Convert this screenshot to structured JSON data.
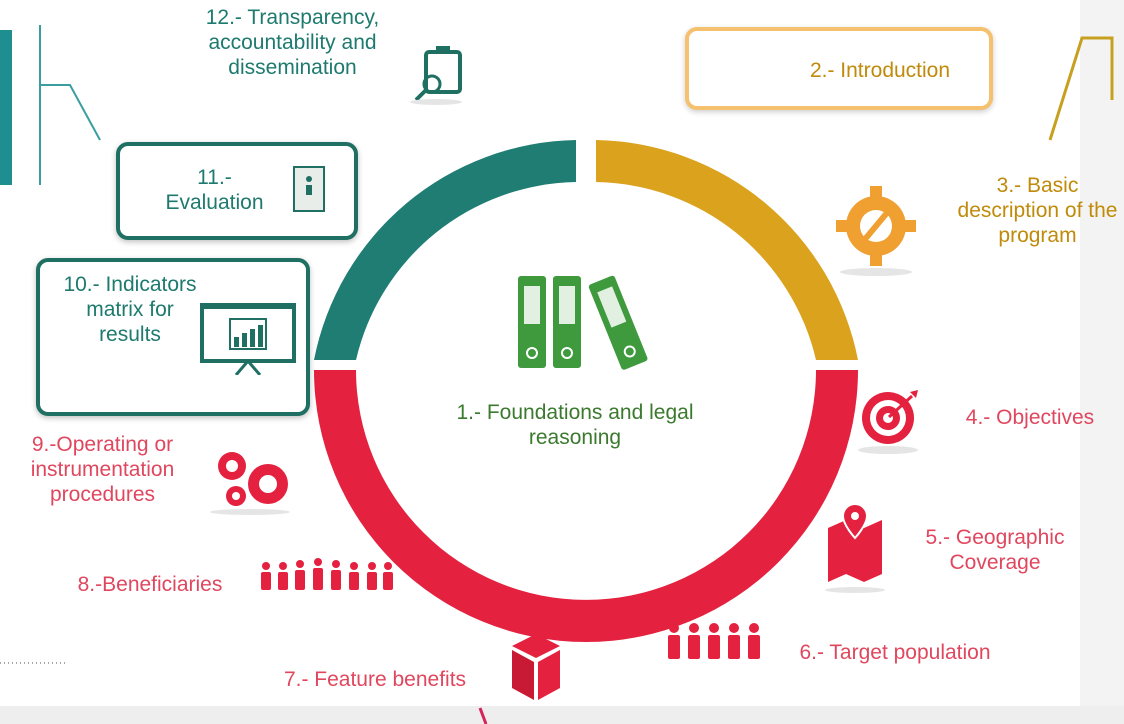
{
  "center_label": "1.- Foundations and legal reasoning",
  "segments": [
    {
      "id": "s2",
      "label": "2.- Introduction"
    },
    {
      "id": "s3",
      "label": "3.- Basic description of the program"
    },
    {
      "id": "s4",
      "label": "4.- Objectives"
    },
    {
      "id": "s5",
      "label": "5.- Geographic Coverage"
    },
    {
      "id": "s6",
      "label": "6.- Target population"
    },
    {
      "id": "s7",
      "label": "7.- Feature benefits"
    },
    {
      "id": "s8",
      "label": "8.-Beneficiaries"
    },
    {
      "id": "s9",
      "label": "9.-Operating or instrumentation procedures"
    },
    {
      "id": "s10",
      "label": "10.- Indicators matrix for results"
    },
    {
      "id": "s11",
      "label": "11.- Evaluation"
    },
    {
      "id": "s12",
      "label": "12.- Transparency, accountability and dissemination"
    }
  ],
  "colors": {
    "teal": "#1f7d74",
    "gold": "#dba21e",
    "red": "#e4213f",
    "green": "#3e9a3c"
  },
  "icons": [
    "binders-icon",
    "download-icon",
    "gear-wrench-icon",
    "target-icon",
    "map-pin-icon",
    "people-icon",
    "box-icon",
    "crowd-icon",
    "gears-icon",
    "presentation-chart-icon",
    "door-icon",
    "clipboard-search-icon"
  ]
}
